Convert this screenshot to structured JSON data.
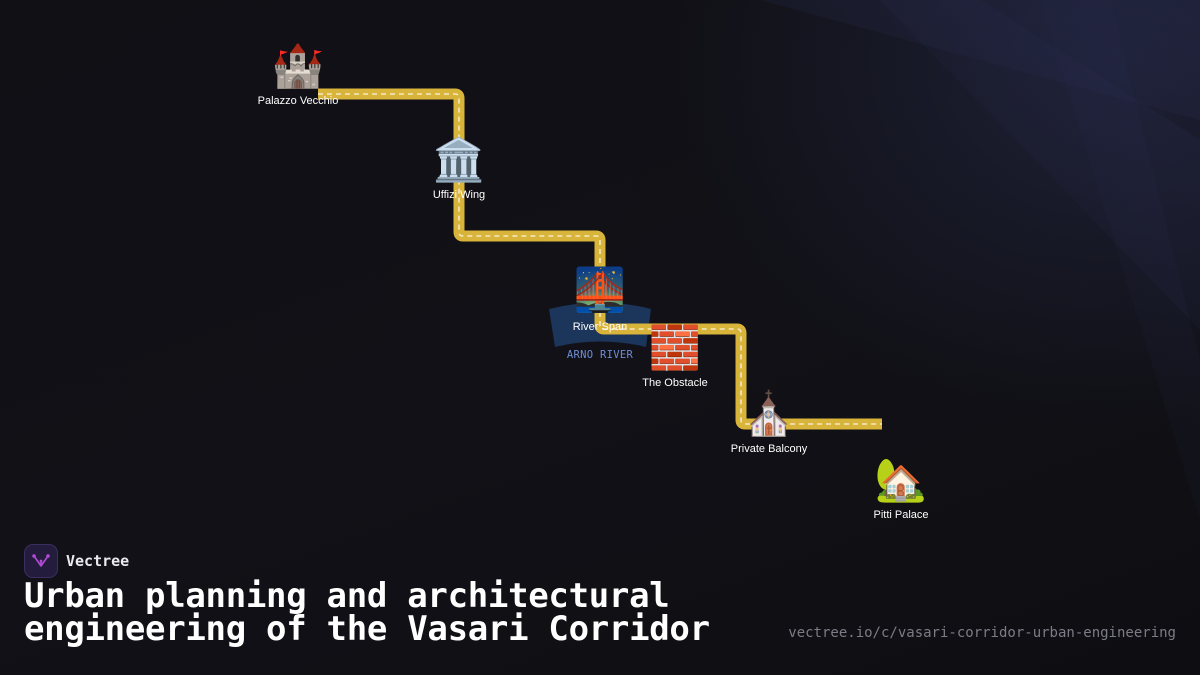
{
  "brand": {
    "name": "Vectree",
    "logo_icon": "vectree-fork-icon",
    "logo_bg": "#241c3d",
    "logo_accent": "#b34bd6"
  },
  "title": "Urban planning and architectural engineering of the Vasari Corridor",
  "url": "vectree.io/c/vasari-corridor-urban-engineering",
  "diagram": {
    "path_color": "#d9b43a",
    "path_dash_color": "#f3e9c4",
    "river": {
      "label": "ARNO RIVER",
      "color": "#1d3a63"
    },
    "nodes": [
      {
        "id": "palazzo-vecchio",
        "label": "Palazzo Vecchio",
        "icon": "castle-icon",
        "glyph": "🏰"
      },
      {
        "id": "uffizi-wing",
        "label": "Uffizi Wing",
        "icon": "classical-building-icon",
        "glyph": "🏛️"
      },
      {
        "id": "river-span",
        "label": "River Span",
        "icon": "bridge-at-night-icon",
        "glyph": "🌉"
      },
      {
        "id": "the-obstacle",
        "label": "The Obstacle",
        "icon": "brick-wall-icon",
        "glyph": "🧱"
      },
      {
        "id": "private-balcony",
        "label": "Private Balcony",
        "icon": "church-icon",
        "glyph": "⛪"
      },
      {
        "id": "pitti-palace",
        "label": "Pitti Palace",
        "icon": "house-with-garden-icon",
        "glyph": "🏡"
      }
    ]
  }
}
